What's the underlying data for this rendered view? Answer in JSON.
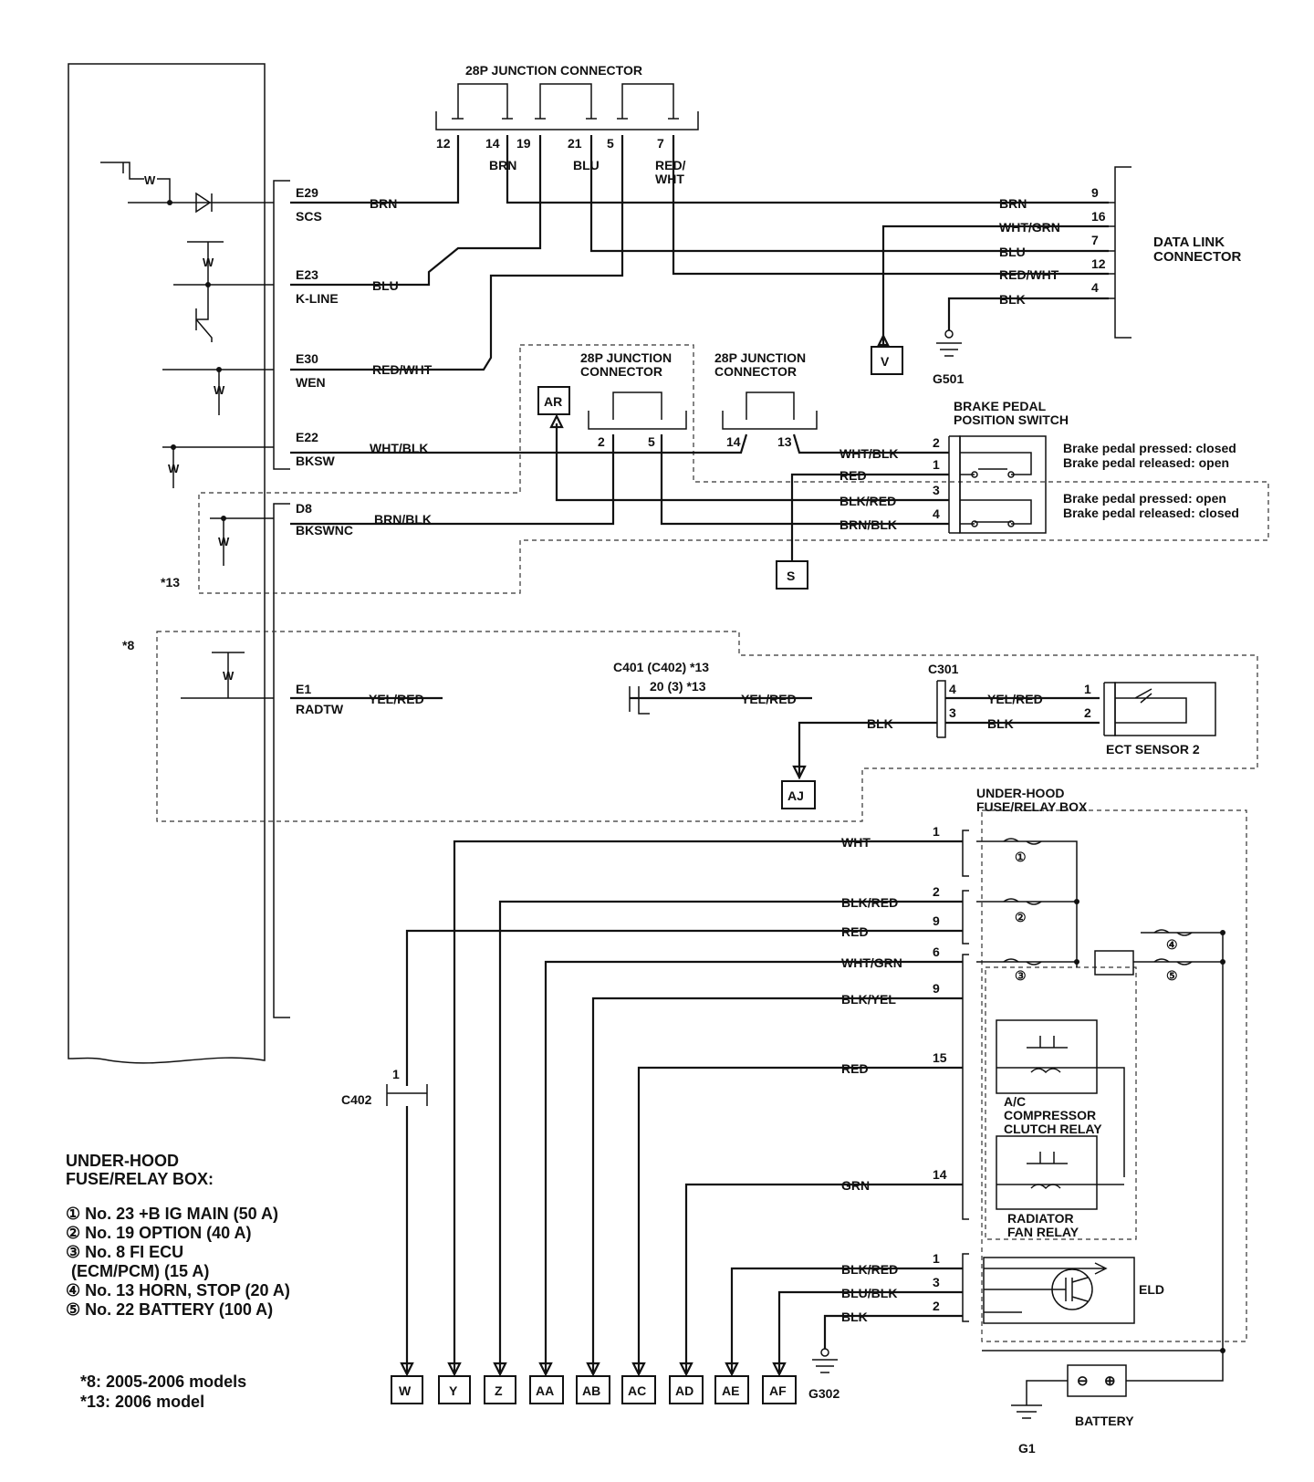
{
  "junction_top": {
    "title": "28P JUNCTION CONNECTOR",
    "pins": [
      "12",
      "14",
      "19",
      "21",
      "5",
      "7"
    ],
    "wire_labels": [
      "BRN",
      "BLU",
      "RED/",
      "WHT"
    ]
  },
  "ecm_pins": [
    {
      "pin": "E29",
      "name": "SCS",
      "wire": "BRN"
    },
    {
      "pin": "E23",
      "name": "K-LINE",
      "wire": "BLU"
    },
    {
      "pin": "E30",
      "name": "WEN",
      "wire": "RED/WHT"
    },
    {
      "pin": "E22",
      "name": "BKSW",
      "wire": "WHT/BLK"
    },
    {
      "pin": "D8",
      "name": "BKSWNC",
      "wire": "BRN/BLK"
    },
    {
      "pin": "E1",
      "name": "RADTW",
      "wire": "YEL/RED"
    }
  ],
  "data_link": {
    "title_l1": "DATA LINK",
    "title_l2": "CONNECTOR",
    "wires": [
      {
        "wire": "BRN",
        "pin": "9"
      },
      {
        "wire": "WHT/GRN",
        "pin": "16"
      },
      {
        "wire": "BLU",
        "pin": "7"
      },
      {
        "wire": "RED/WHT",
        "pin": "12"
      },
      {
        "wire": "BLK",
        "pin": "4"
      }
    ],
    "ground": "G501"
  },
  "junction_mid_1": {
    "title_l1": "28P JUNCTION",
    "title_l2": "CONNECTOR",
    "pins": [
      "2",
      "5"
    ]
  },
  "junction_mid_2": {
    "title_l1": "28P JUNCTION",
    "title_l2": "CONNECTOR",
    "pins": [
      "14",
      "13"
    ]
  },
  "brake_switch": {
    "title_l1": "BRAKE PEDAL",
    "title_l2": "POSITION SWITCH",
    "wires": [
      {
        "wire": "WHT/BLK",
        "pin": "2"
      },
      {
        "wire": "RED",
        "pin": "1"
      },
      {
        "wire": "BLK/RED",
        "pin": "3"
      },
      {
        "wire": "BRN/BLK",
        "pin": "4"
      }
    ],
    "note_a1": "Brake pedal pressed: closed",
    "note_a2": "Brake pedal released: open",
    "note_b1": "Brake pedal pressed: open",
    "note_b2": "Brake pedal released: closed"
  },
  "refs": [
    "AR",
    "V",
    "S",
    "AJ",
    "W",
    "Y",
    "Z",
    "AA",
    "AB",
    "AC",
    "AD",
    "AE",
    "AF"
  ],
  "notes_markers": {
    "m13": "*13",
    "m8": "*8"
  },
  "radtw_circuit": {
    "c401": "C401 (C402) *13",
    "c401_pin": "20 (3) *13",
    "wire2": "YEL/RED",
    "c301": "C301",
    "c301_pins": [
      "4",
      "3"
    ],
    "blk": "BLK",
    "ect_wires": [
      {
        "wire": "YEL/RED",
        "pin": "1"
      },
      {
        "wire": "BLK",
        "pin": "2"
      }
    ],
    "ect_title": "ECT SENSOR 2"
  },
  "fuse_box": {
    "title_l1": "UNDER-HOOD",
    "title_l2": "FUSE/RELAY BOX",
    "wires": [
      {
        "wire": "WHT",
        "pin": "1"
      },
      {
        "wire": "BLK/RED",
        "pin": "2"
      },
      {
        "wire": "RED",
        "pin": "9"
      },
      {
        "wire": "WHT/GRN",
        "pin": "6"
      },
      {
        "wire": "BLK/YEL",
        "pin": "9"
      },
      {
        "wire": "RED",
        "pin": "15"
      },
      {
        "wire": "GRN",
        "pin": "14"
      },
      {
        "wire": "BLK/RED",
        "pin": "1"
      },
      {
        "wire": "BLU/BLK",
        "pin": "3"
      },
      {
        "wire": "BLK",
        "pin": "2"
      }
    ],
    "fuse_marks": [
      "①",
      "②",
      "③",
      "④",
      "⑤"
    ],
    "relay1_l1": "A/C",
    "relay1_l2": "COMPRESSOR",
    "relay1_l3": "CLUTCH RELAY",
    "relay2_l1": "RADIATOR",
    "relay2_l2": "FAN RELAY",
    "eld": "ELD",
    "c402": "C402",
    "c402_pin": "1",
    "ground_g302": "G302",
    "battery": "BATTERY",
    "ground_g1": "G1"
  },
  "legend": {
    "title_l1": "UNDER-HOOD",
    "title_l2": "FUSE/RELAY BOX:",
    "items": [
      "① No. 23 +B IG MAIN (50 A)",
      "② No. 19 OPTION (40 A)",
      "③ No. 8 FI ECU",
      "(ECM/PCM) (15 A)",
      "④ No. 13 HORN, STOP (20 A)",
      "⑤ No. 22 BATTERY (100 A)"
    ],
    "foot1": "*8: 2005-2006 models",
    "foot2": "*13: 2006 model"
  }
}
